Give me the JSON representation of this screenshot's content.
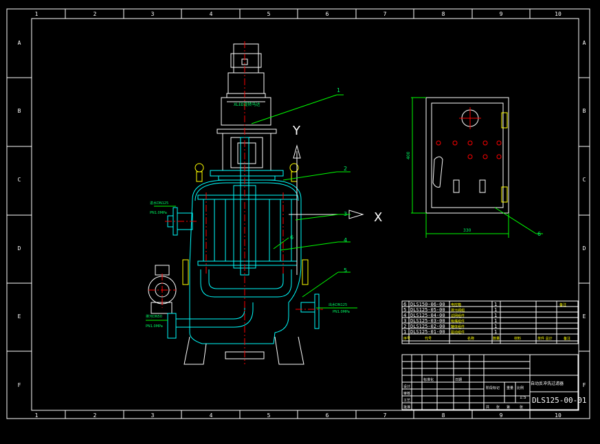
{
  "colors": {
    "background": "#000000",
    "frame": "#ffffff",
    "vessel": "#00ffff",
    "leader": "#00ff00",
    "centerline": "#ff0000",
    "hatch": "#ff0000",
    "text_yellow": "#ffff00"
  },
  "frame": {
    "columns": [
      "1",
      "2",
      "3",
      "4",
      "5",
      "6",
      "7",
      "8",
      "9",
      "10"
    ],
    "rows": [
      "A",
      "B",
      "C",
      "D",
      "E",
      "F"
    ]
  },
  "axes": {
    "y_label": "Y",
    "x_label": "X"
  },
  "drawing": {
    "motor_label": "XLED旋转马达"
  },
  "callouts": [
    {
      "num": "1"
    },
    {
      "num": "2"
    },
    {
      "num": "3"
    },
    {
      "num": "4"
    },
    {
      "num": "5"
    },
    {
      "num": "6"
    }
  ],
  "inlet_note": {
    "line1": "进水DN125",
    "line2": "PN1.0MPa"
  },
  "outlet_note": {
    "line1": "出水DN125",
    "line2": "PN1.0MPa"
  },
  "drain_note": {
    "line1": "排污DN50",
    "line2": "PN1.0MPa"
  },
  "panel": {
    "dim_height": "400",
    "dim_width": "330",
    "callout": "6"
  },
  "bom": {
    "rows": [
      {
        "no": "6",
        "code": "DLS150-06-00",
        "name": "电控箱",
        "qty": "1"
      },
      {
        "no": "5",
        "code": "DLS125-05-00",
        "name": "排污阀组",
        "qty": "1"
      },
      {
        "no": "4",
        "code": "DLS125-04-00",
        "name": "滤网组件",
        "qty": "1"
      },
      {
        "no": "3",
        "code": "DLS125-03-00",
        "name": "吸嘴组件",
        "qty": "1"
      },
      {
        "no": "2",
        "code": "DLS125-02-00",
        "name": "罐体组件",
        "qty": "1"
      },
      {
        "no": "1",
        "code": "DLS125-01-00",
        "name": "驱动组件",
        "qty": "1"
      }
    ],
    "extra_label": "备注",
    "header": {
      "no": "序号",
      "code": "代号",
      "name": "名称",
      "qty": "数量",
      "material": "材料",
      "weight": "单件 总计",
      "note": "备注"
    }
  },
  "title_block": {
    "title": "自动反冲洗过滤器",
    "drawing_no": "DLS125-00-01",
    "scale_label": "比例",
    "scale_value": "1:5",
    "stage_label": "阶段标记",
    "weight_label": "重量",
    "designer": "设计",
    "checker": "审核",
    "process": "工艺",
    "standard": "标准化",
    "approved": "批准",
    "date": "日期",
    "sheets_a": "共",
    "sheets_b": "张",
    "sheets_c": "第",
    "sheets_d": "张"
  }
}
